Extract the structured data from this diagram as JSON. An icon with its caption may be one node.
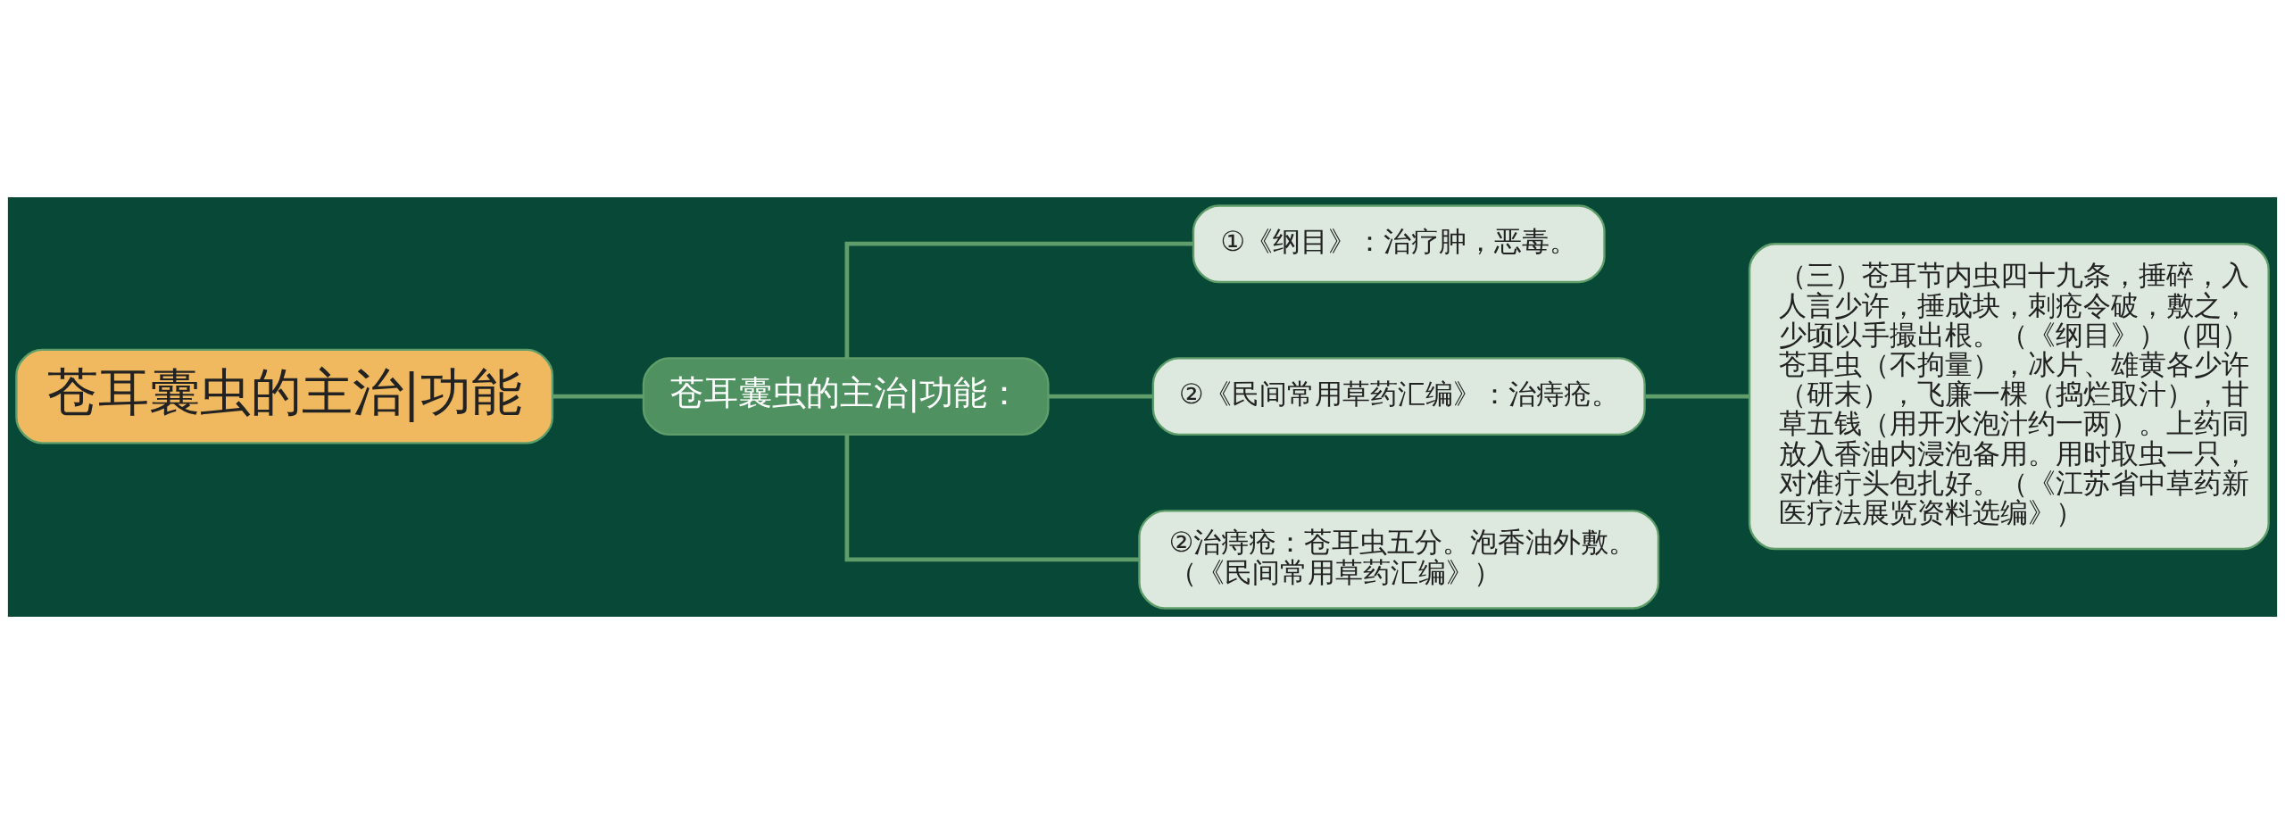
{
  "diagram": {
    "nodes": [
      {
        "text": [
          "苍耳囊虫的主治|功能"
        ]
      },
      {
        "text": [
          "苍耳囊虫的主治|功能："
        ]
      },
      {
        "text": [
          "①《纲目》：治疗肿，恶毒。"
        ]
      },
      {
        "text": [
          "②《民间常用草药汇编》：治痔疮。"
        ]
      },
      {
        "text": [
          "（三）苍耳节内虫四十九条，捶碎，入人言少许，捶成块，刺疮令破，敷之，少顷以手撮出根。（《纲目》）（四）苍耳虫（不拘量），冰片、雄黄各少许（研末），飞廉一棵（捣烂取汁），甘草五钱（用开水泡汁约一两）。上药同放入香油内浸泡备用。用时取虫一只，对准疔头包扎好。（《江苏省中草药新医疗法展览资料选编》）"
        ]
      },
      {
        "text": [
          "②治痔疮：苍耳虫五分。泡香油外敷。（《民间常用草药汇编》）"
        ]
      }
    ],
    "edges": [
      {
        "from": 0,
        "to": 1,
        "arrow": "none"
      },
      {
        "from": 1,
        "to": 2,
        "arrow": "none"
      },
      {
        "from": 1,
        "to": 3,
        "arrow": "none"
      },
      {
        "from": 1,
        "to": 5,
        "arrow": "none"
      },
      {
        "from": 3,
        "to": 4,
        "arrow": "none"
      }
    ]
  }
}
